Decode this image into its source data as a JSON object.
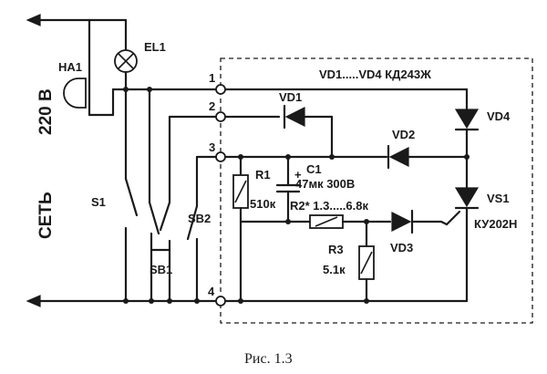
{
  "diagram": {
    "mains_label": "СЕТЬ",
    "voltage_label": "220 В",
    "lamp_label": "EL1",
    "bell_label": "HA1",
    "switch_s1": "S1",
    "switch_sb1": "SB1",
    "switch_sb2": "SB2",
    "terminal_1": "1",
    "terminal_2": "2",
    "terminal_3": "3",
    "terminal_4": "4",
    "diode_note": "VD1.....VD4  КД243Ж",
    "vd1": "VD1",
    "vd2": "VD2",
    "vd3": "VD3",
    "vd4": "VD4",
    "vs1": "VS1",
    "vs1_type": "КУ202Н",
    "r1": "R1",
    "r1_value": "510к",
    "c1": "C1",
    "c1_plus": "+",
    "c1_value": "47мк 300В",
    "r2": "R2* 1.3.....6.8к",
    "r3": "R3",
    "r3_value": "5.1к",
    "caption": "Рис. 1.3"
  }
}
